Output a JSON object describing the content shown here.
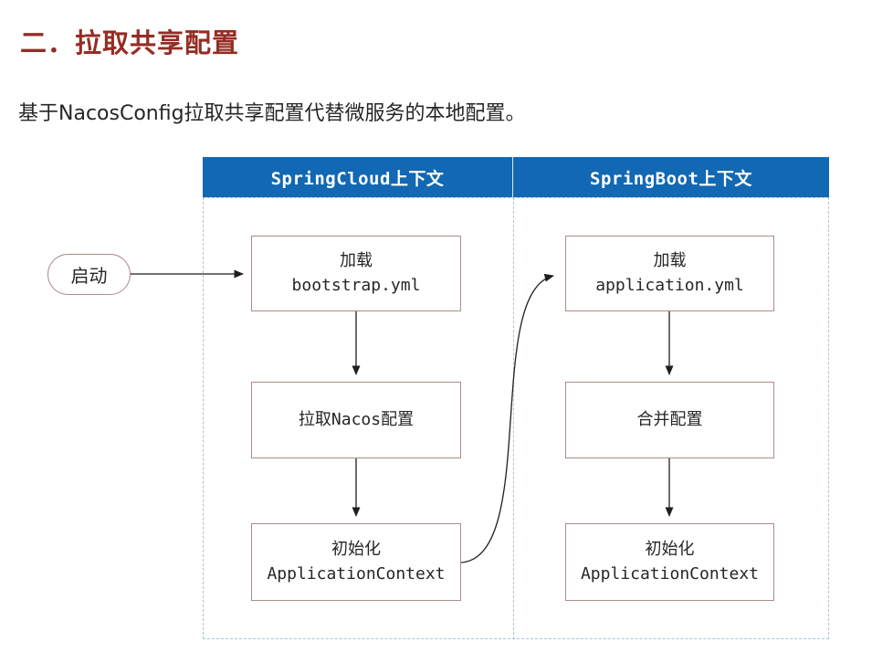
{
  "page": {
    "title": "二．拉取共享配置",
    "subtitle": "基于NacosConfig拉取共享配置代替微服务的本地配置。"
  },
  "colors": {
    "title_red": "#942d24",
    "header_blue": "#1268b2",
    "header_text": "#ffffff",
    "box_border": "#a98d8a",
    "dash_border": "#a9c6cf",
    "arrow": "#1f1f1f",
    "text_dark": "#262626"
  },
  "diagram": {
    "start_label": "启动",
    "columns": [
      {
        "header": "SpringCloud上下文",
        "nodes": [
          {
            "line1": "加载",
            "line2": "bootstrap.yml"
          },
          {
            "line1": "拉取Nacos配置",
            "line2": ""
          },
          {
            "line1": "初始化",
            "line2": "ApplicationContext"
          }
        ]
      },
      {
        "header": "SpringBoot上下文",
        "nodes": [
          {
            "line1": "加载",
            "line2": "application.yml"
          },
          {
            "line1": "合并配置",
            "line2": ""
          },
          {
            "line1": "初始化",
            "line2": "ApplicationContext"
          }
        ]
      }
    ]
  }
}
